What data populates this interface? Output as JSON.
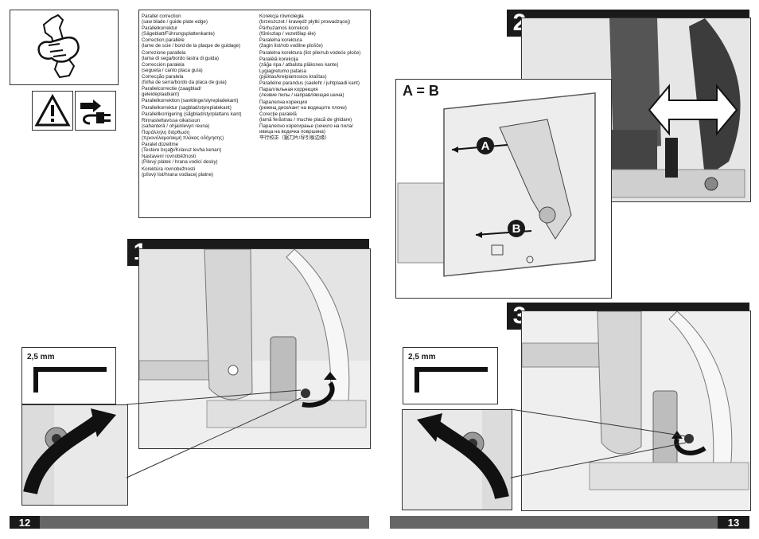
{
  "left_legend": {
    "col1": [
      "Parallel correction\n(saw blade / guide plate edge)",
      "Parallelkorrektur\n(Sägeblatt/Führungsplattenkante)",
      "Correction parallèle\n(lame de scie / bord de la plaque de guidage)",
      "Correzione parallela\n(lama di sega/bordo lastra di guida)",
      "Corrección paralela\n(segueta / canto placa guía)",
      "Correcção paralela\n(folha de serra/bordo da placa de guia)",
      "Parallelcorrectie (zaagblad/\ngeleideplaatkant)",
      "Parallelkorrektion (savklinge/styrepladekant)",
      "Parallelkorrektur (sagblad/styreplatekant)",
      "Parallellkorrigering (sågblad/styrplattans kant)",
      "Rinnastettavissa oikaisuun\n(sahanterä / ohjainlevyn reuna)",
      "Παράλληλη διόρθωση\n(πριονόλαμα/ακμή πλάκας οδήγησης)",
      "Paralel düzeltme\n(Testere bıçağı/Kılavuz levha kenarı)",
      "Nastavení rovnoběžnosti\n(Pilový plátek / hrana vodicí desky)",
      "Korektúra rovnobežnosti\n(pílový list/hrana vodiacej platne)"
    ],
    "col2": [
      "Korekcja równoległa\n(brzeszczot / krawędź płytki prowadzącej)",
      "Párhuzamos korrekció\n(fűrészlap / vezetőlap éle)",
      "Paralelna korektura\n(žagin list/rob vodilne plošče)",
      "Paralelna korektura (list pile/rub vodeće ploče)",
      "Paralēlā korekcija\n(zāģa ripa / atbalsta plāksnes kante)",
      "Lygiagretumo pataisa\n(pjūklas/kreipiamosios kraštas)",
      "Parallelne parandus (saeleht / juhtplaadi kant)",
      "Параллельная коррекция\n(лезвие пилы / направляющая шина)",
      "Паралелна корекция\n(режещ диск/кант на водещите плочи)",
      "Corecţie paralelă\n(lamă ferăstrau / muchie placă de ghidare)",
      "Паралелно корегирање (сечило на пила/\nивица на водечка површина)",
      "平行校正（鋸刀片/导引板边缘）"
    ]
  },
  "steps": {
    "one": "1",
    "two": "2",
    "three": "3"
  },
  "hex_key": {
    "size_left": "2,5 mm",
    "size_right": "2,5 mm"
  },
  "blade_diagram": {
    "equation": "A = B",
    "marker_a": "A",
    "marker_b": "B"
  },
  "pages": {
    "left": "12",
    "right": "13"
  }
}
